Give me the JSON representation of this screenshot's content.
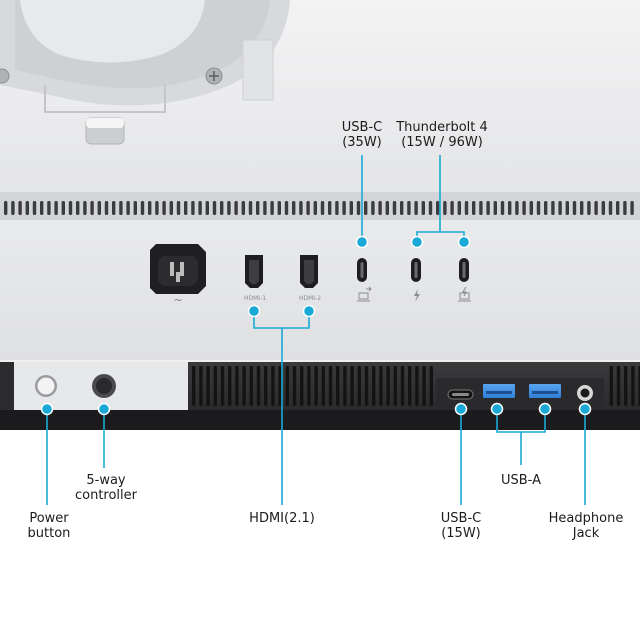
{
  "accent_color": "#1aa9d6",
  "callouts": {
    "usbc_top": {
      "line1": "USB-C",
      "line2": "(35W)"
    },
    "thunderbolt": {
      "line1": "Thunderbolt 4",
      "line2": "(15W / 96W)"
    },
    "five_way": {
      "line1": "5-way",
      "line2": "controller"
    },
    "usb_a": {
      "line1": "USB-A"
    },
    "power": {
      "line1": "Power",
      "line2": "button"
    },
    "hdmi": {
      "line1": "HDMI(2.1)"
    },
    "usbc_bottom": {
      "line1": "USB-C",
      "line2": "(15W)"
    },
    "headphone": {
      "line1": "Headphone",
      "line2": "Jack"
    }
  },
  "port_labels": {
    "hdmi1": "HDMI-1",
    "hdmi2": "HDMI-2",
    "ac": "~"
  },
  "icons": [
    "power-inlet-icon",
    "hdmi-port-icon",
    "usb-c-port-icon",
    "usb-a-port-icon",
    "headphone-jack-icon",
    "laptop-icon",
    "lightning-icon"
  ]
}
